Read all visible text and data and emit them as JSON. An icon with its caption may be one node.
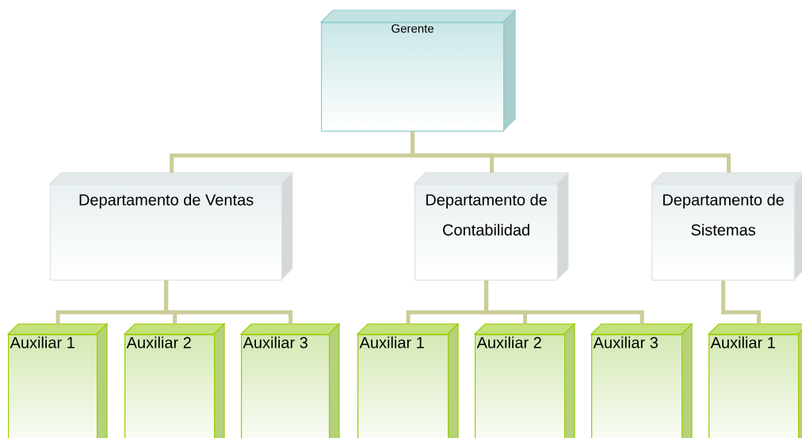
{
  "diagram": {
    "nodes": [
      {
        "text": [
          "Gerente"
        ]
      },
      {
        "text": [
          "Departamento de Ventas"
        ]
      },
      {
        "text": [
          "Departamento de Contabilidad"
        ]
      },
      {
        "text": [
          "Departamento de Sistemas"
        ]
      },
      {
        "text": [
          "Auxiliar 1"
        ]
      },
      {
        "text": [
          "Auxiliar 2"
        ]
      },
      {
        "text": [
          "Auxiliar 3"
        ]
      },
      {
        "text": [
          "Auxiliar 1"
        ]
      },
      {
        "text": [
          "Auxiliar 2"
        ]
      },
      {
        "text": [
          "Auxiliar 3"
        ]
      },
      {
        "text": [
          "Auxiliar 1"
        ]
      }
    ],
    "edges": [
      {
        "from": 0,
        "to": 1,
        "arrow": "none"
      },
      {
        "from": 0,
        "to": 2,
        "arrow": "none"
      },
      {
        "from": 0,
        "to": 3,
        "arrow": "none"
      },
      {
        "from": 1,
        "to": 4,
        "arrow": "none"
      },
      {
        "from": 1,
        "to": 5,
        "arrow": "none"
      },
      {
        "from": 1,
        "to": 6,
        "arrow": "none"
      },
      {
        "from": 2,
        "to": 7,
        "arrow": "none"
      },
      {
        "from": 2,
        "to": 8,
        "arrow": "none"
      },
      {
        "from": 2,
        "to": 9,
        "arrow": "none"
      },
      {
        "from": 3,
        "to": 10,
        "arrow": "none"
      }
    ]
  }
}
